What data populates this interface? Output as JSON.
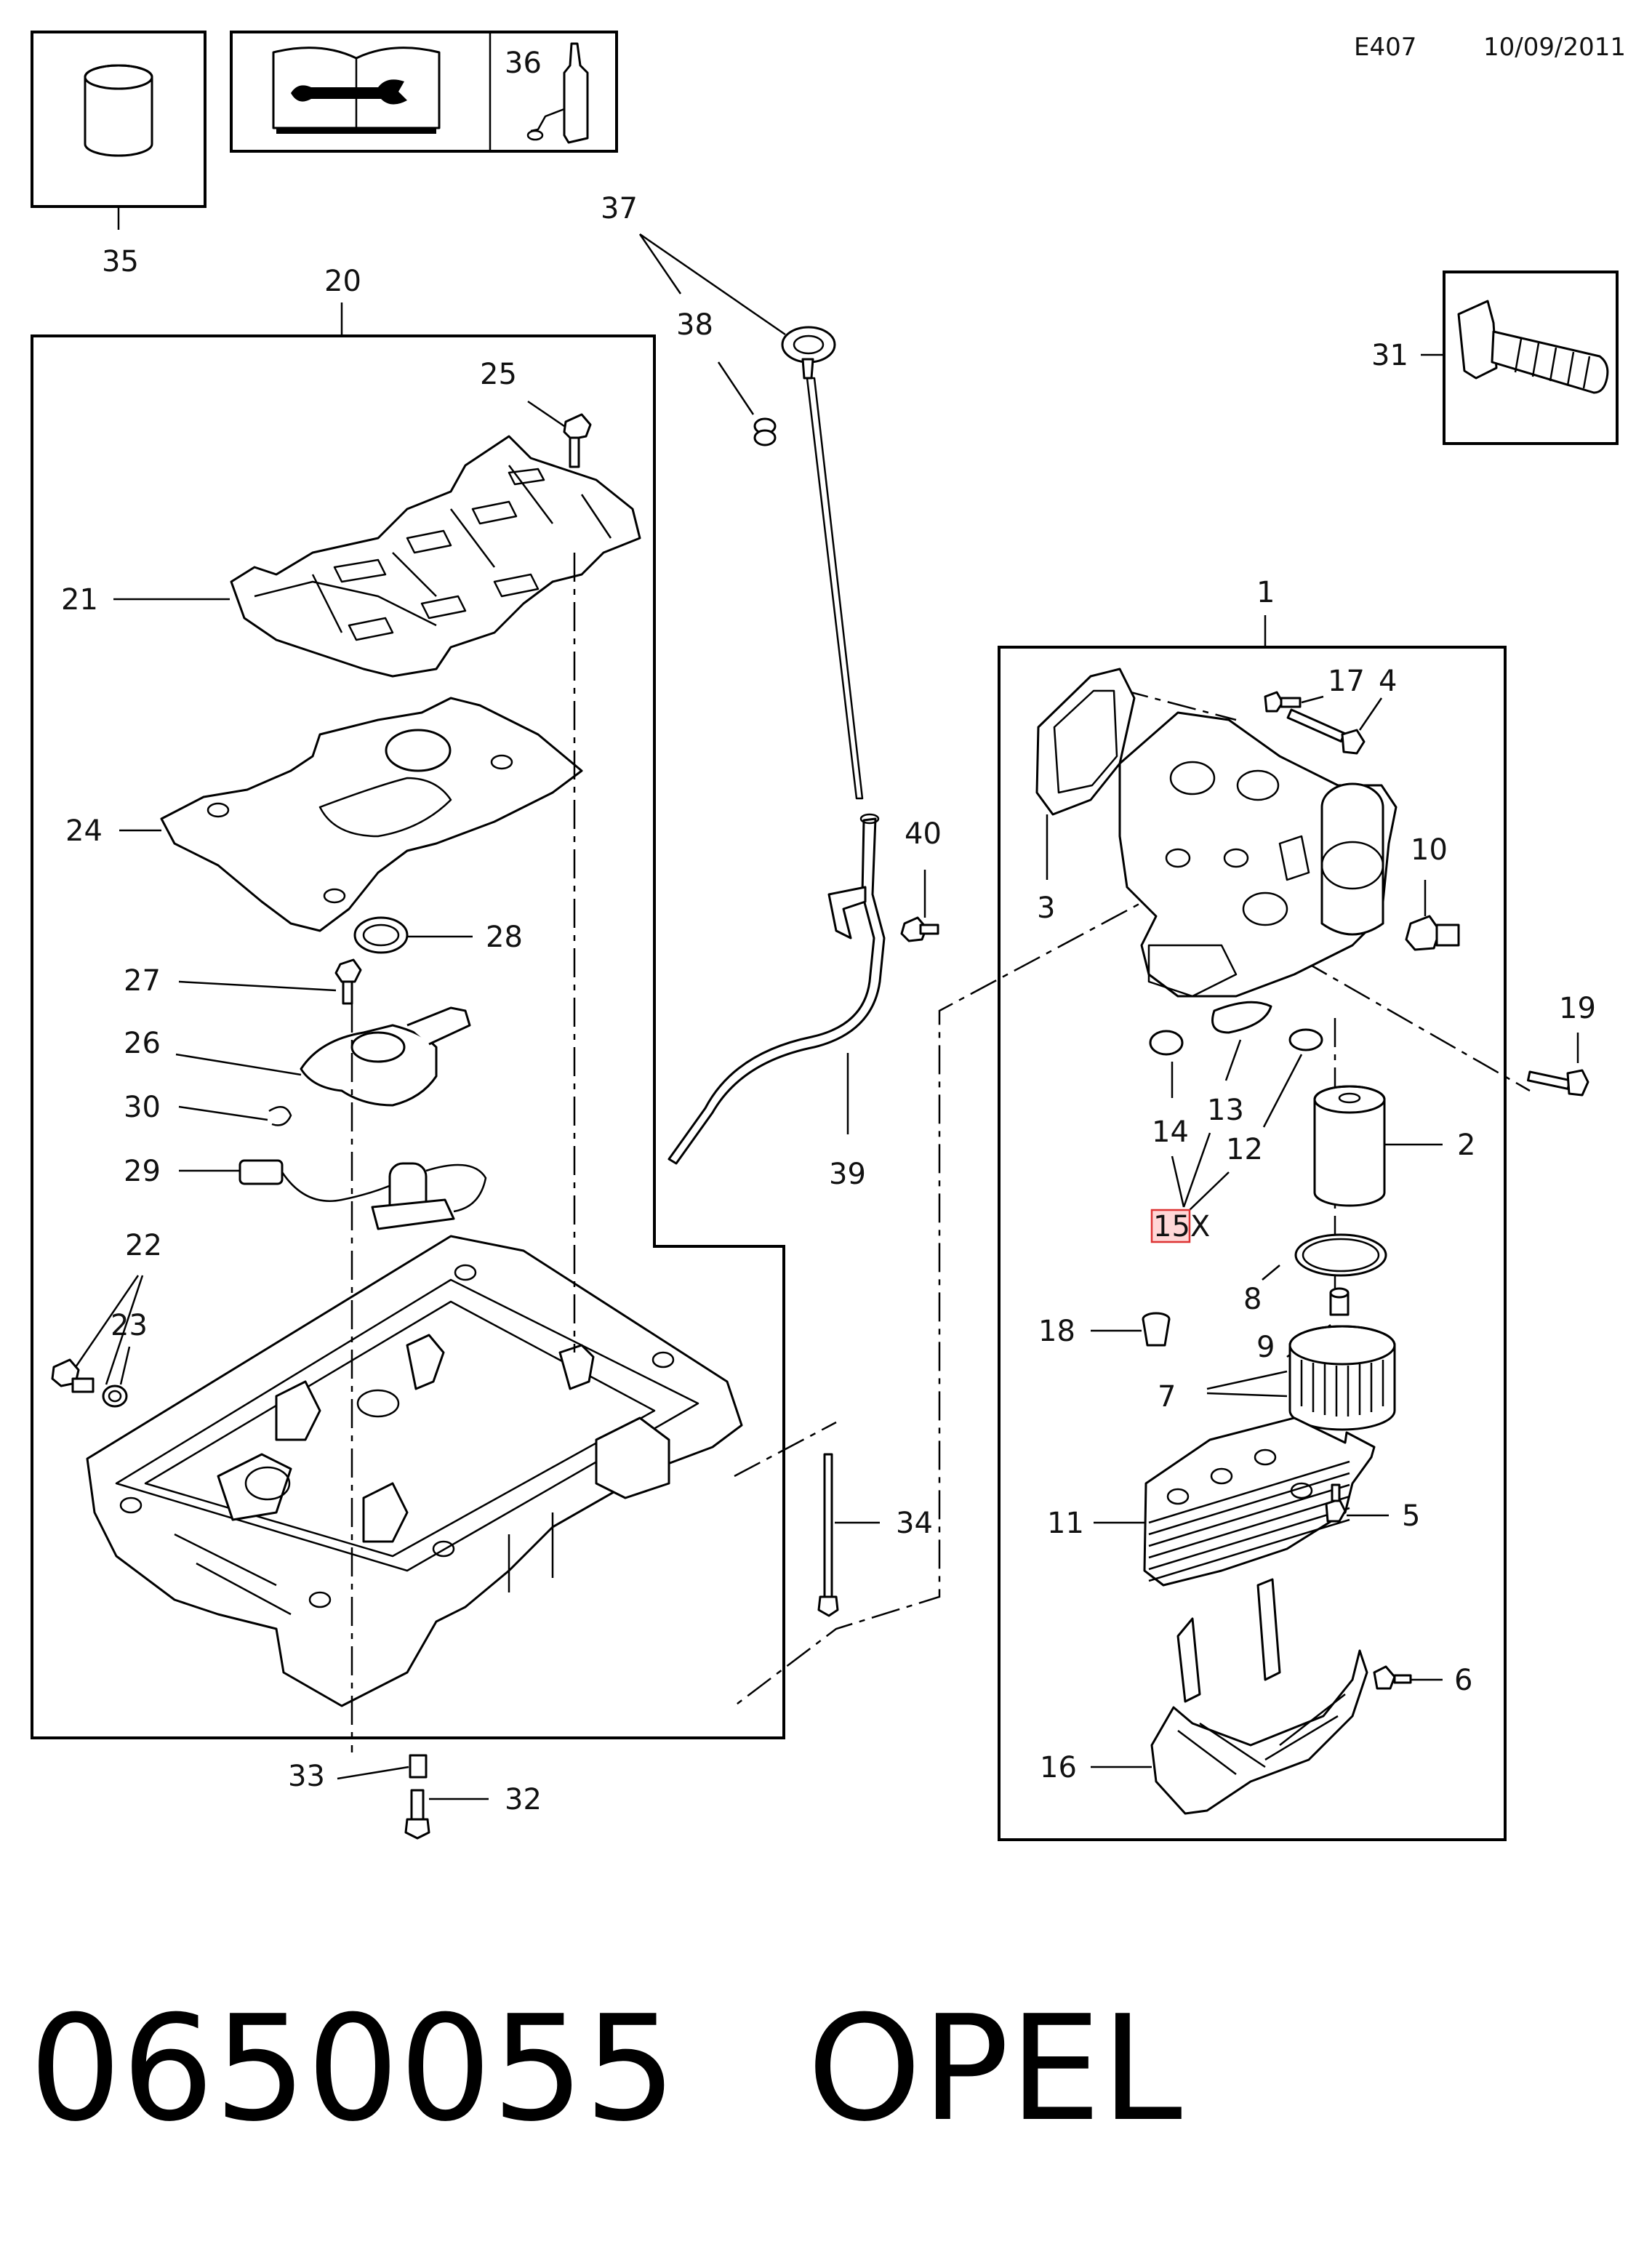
{
  "header": {
    "diagram_code": "E407",
    "date": "10/09/2011"
  },
  "footer": {
    "part_number": "0650055",
    "brand": "OPEL"
  },
  "callouts": {
    "c1": "1",
    "c2": "2",
    "c3": "3",
    "c4": "4",
    "c5": "5",
    "c6": "6",
    "c7": "7",
    "c8": "8",
    "c9": "9",
    "c10": "10",
    "c11": "11",
    "c12": "12",
    "c13": "13",
    "c14": "14",
    "c15": "15X",
    "c16": "16",
    "c17": "17",
    "c18": "18",
    "c19": "19",
    "c20": "20",
    "c21": "21",
    "c22": "22",
    "c23": "23",
    "c24": "24",
    "c25": "25",
    "c26": "26",
    "c27": "27",
    "c28": "28",
    "c29": "29",
    "c30": "30",
    "c31": "31",
    "c32": "32",
    "c33": "33",
    "c34": "34",
    "c35": "35",
    "c36": "36",
    "c37": "37",
    "c38": "38",
    "c39": "39",
    "c40": "40"
  },
  "icons": {
    "sleeve": "cylinder-sleeve-icon",
    "manual": "repair-manual-wrench-icon",
    "sealant": "sealant-tube-icon",
    "bolt": "flange-bolt-icon"
  }
}
